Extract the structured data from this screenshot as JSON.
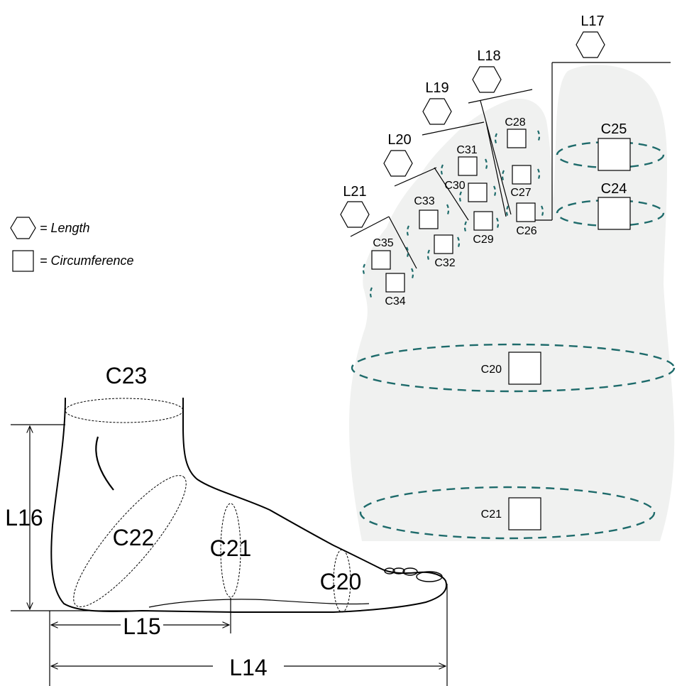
{
  "legend": {
    "length_text": "= Length",
    "circumference_text": "= Circumference",
    "length_icon": "hexagon-icon",
    "circumference_icon": "square-icon"
  },
  "side_view": {
    "c23": "C23",
    "c22": "C22",
    "c21": "C21",
    "c20": "C20",
    "l16": "L16",
    "l15": "L15",
    "l14": "L14"
  },
  "top_view": {
    "l17": "L17",
    "l18": "L18",
    "l19": "L19",
    "l20": "L20",
    "l21": "L21",
    "c25": "C25",
    "c24": "C24",
    "c20": "C20",
    "c21": "C21",
    "c26": "C26",
    "c27": "C27",
    "c28": "C28",
    "c29": "C29",
    "c30": "C30",
    "c31": "C31",
    "c32": "C32",
    "c33": "C33",
    "c34": "C34",
    "c35": "C35"
  },
  "colors": {
    "foot_fill": "#f0f1f0",
    "dashed_teal": "#1e6b6b",
    "line": "#000000"
  }
}
